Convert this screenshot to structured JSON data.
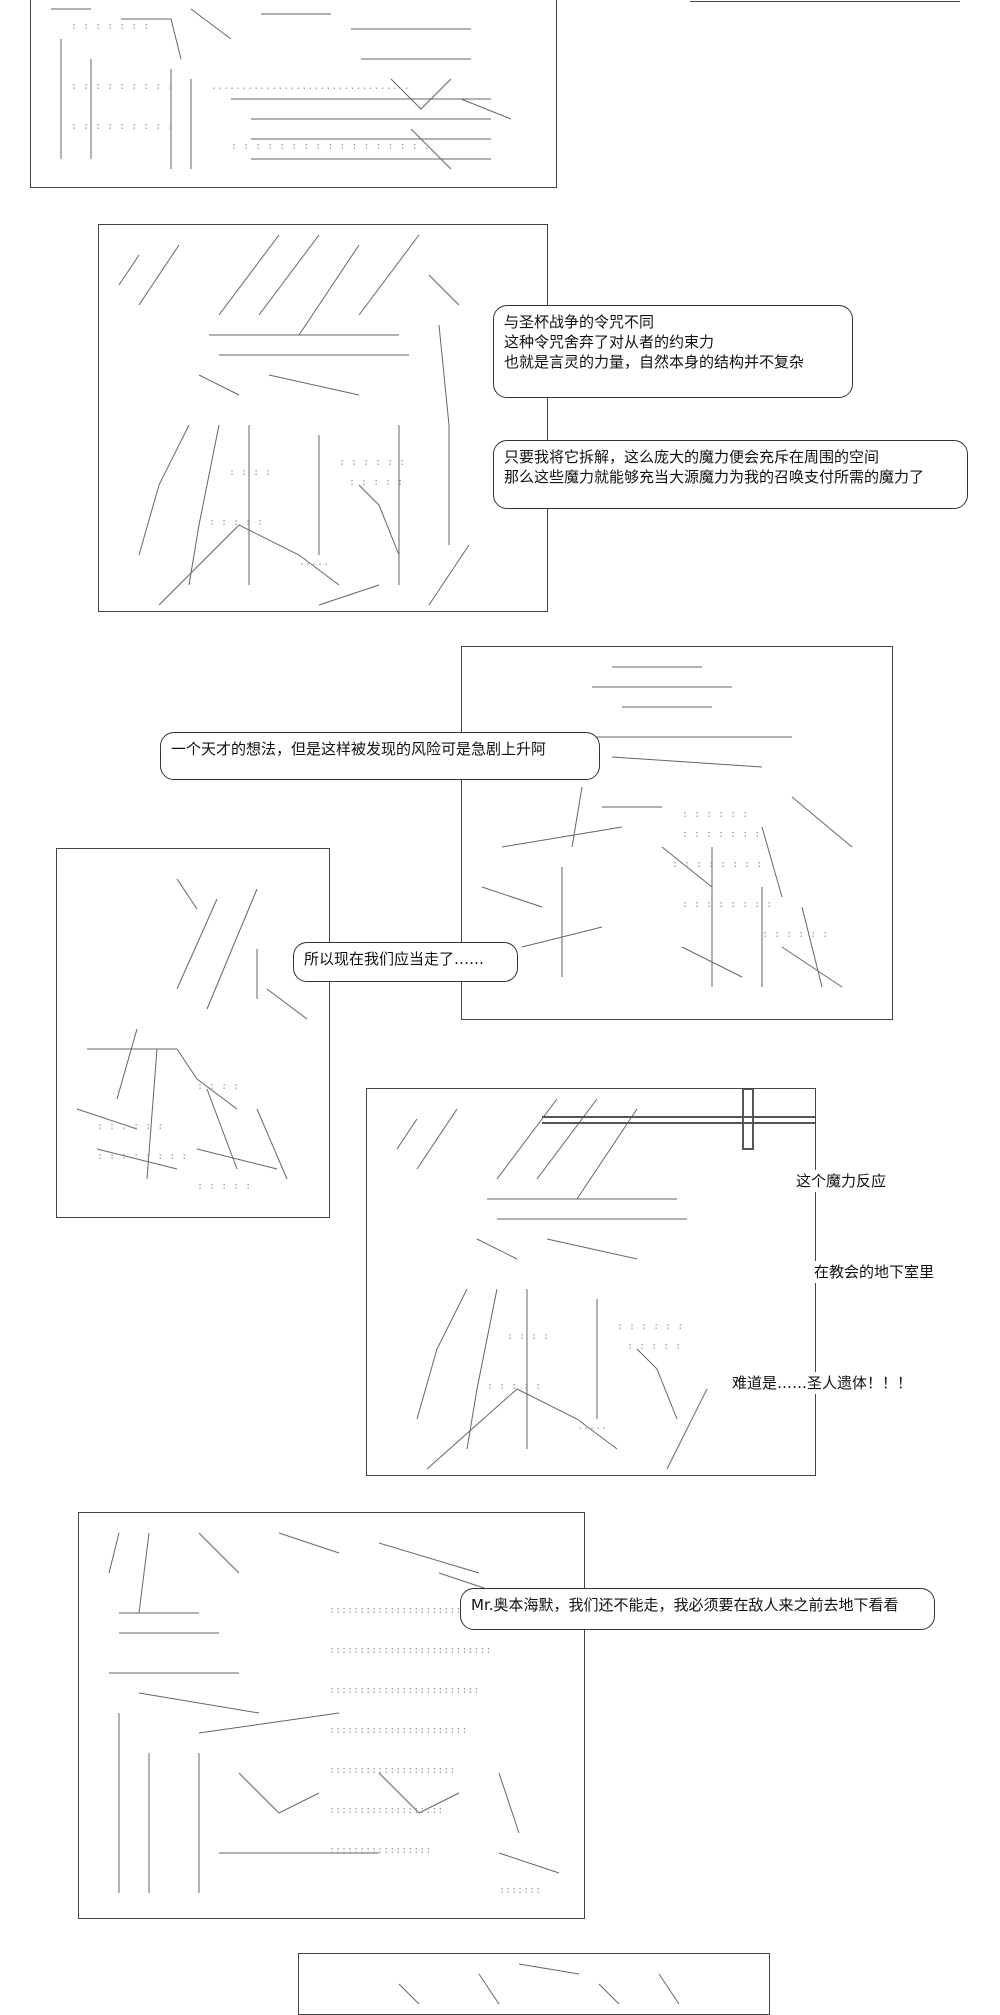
{
  "panels": [
    {
      "id": "p1",
      "bubbles": []
    },
    {
      "id": "p2",
      "bubbles": [
        {
          "lines": [
            "与圣杯战争的令咒不同",
            "这种令咒舍弃了对从者的约束力",
            "也就是言灵的力量，自然本身的结构并不复杂"
          ]
        },
        {
          "lines": [
            "只要我将它拆解，这么庞大的魔力便会充斥在周围的空间",
            "那么这些魔力就能够充当大源魔力为我的召唤支付所需的魔力了"
          ]
        }
      ]
    },
    {
      "id": "p3",
      "bubbles": [
        {
          "lines": [
            "一个天才的想法，但是这样被发现的风险可是急剧上升阿"
          ]
        }
      ]
    },
    {
      "id": "p4",
      "bubbles": [
        {
          "lines": [
            "所以现在我们应当走了……"
          ]
        }
      ]
    },
    {
      "id": "p5",
      "bubbles": [
        {
          "lines": [
            "这个魔力反应"
          ]
        },
        {
          "lines": [
            "在教会的地下室里"
          ]
        },
        {
          "lines": [
            "难道是……圣人遗体！！！"
          ]
        }
      ]
    },
    {
      "id": "p6",
      "bubbles": [
        {
          "lines": [
            "Mr.奥本海默，我们还不能走，我必须要在敌人来之前去地下看看"
          ]
        }
      ]
    },
    {
      "id": "p7",
      "bubbles": []
    }
  ]
}
